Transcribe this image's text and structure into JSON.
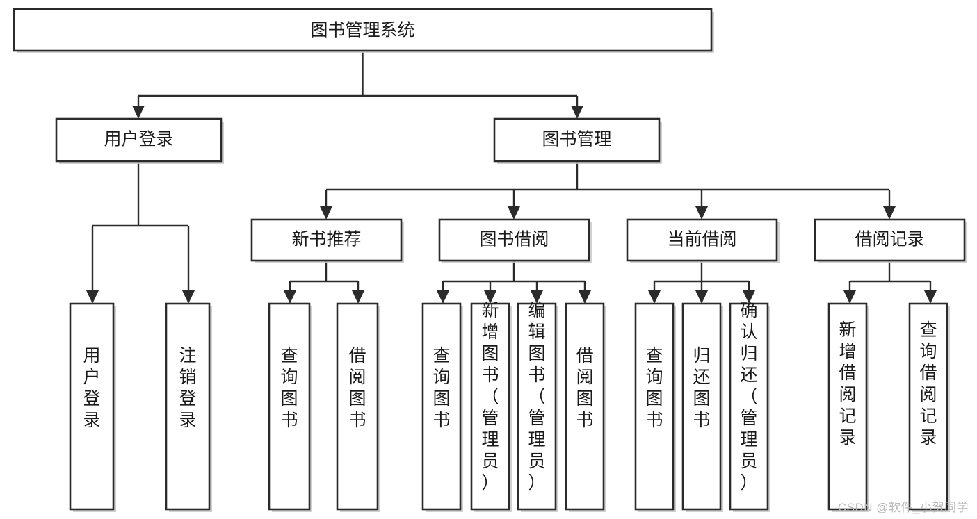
{
  "diagram": {
    "type": "tree",
    "title": "图书管理系统",
    "orientation": "top-down",
    "watermark": "CSDN @软件_小贺同学",
    "colors": {
      "background": "#ffffff",
      "box_fill": "#ffffff",
      "box_stroke": "#2b2b2b",
      "text": "#1a1a1a",
      "shadow": "#c9c9c9",
      "watermark": "#b8b8b8"
    },
    "nodes": {
      "root": {
        "id": "root",
        "label": "图书管理系统",
        "level": 0,
        "orientation": "horizontal"
      },
      "level1": [
        {
          "id": "user-login",
          "label": "用户登录",
          "level": 1,
          "orientation": "horizontal"
        },
        {
          "id": "book-manage",
          "label": "图书管理",
          "level": 1,
          "orientation": "horizontal"
        }
      ],
      "level2": [
        {
          "id": "new-book-recommend",
          "label": "新书推荐",
          "level": 2,
          "orientation": "horizontal",
          "parent": "book-manage"
        },
        {
          "id": "book-borrow",
          "label": "图书借阅",
          "level": 2,
          "orientation": "horizontal",
          "parent": "book-manage"
        },
        {
          "id": "current-borrow",
          "label": "当前借阅",
          "level": 2,
          "orientation": "horizontal",
          "parent": "book-manage"
        },
        {
          "id": "borrow-record",
          "label": "借阅记录",
          "level": 2,
          "orientation": "horizontal",
          "parent": "book-manage"
        }
      ],
      "leaves": [
        {
          "id": "leaf-user-login",
          "label": "用户登录",
          "parent": "user-login",
          "orientation": "vertical"
        },
        {
          "id": "leaf-logout-login",
          "label": "注销登录",
          "parent": "user-login",
          "orientation": "vertical"
        },
        {
          "id": "leaf-query-book-1",
          "label": "查询图书",
          "parent": "new-book-recommend",
          "orientation": "vertical"
        },
        {
          "id": "leaf-borrow-book-1",
          "label": "借阅图书",
          "parent": "new-book-recommend",
          "orientation": "vertical"
        },
        {
          "id": "leaf-query-book-2",
          "label": "查询图书",
          "parent": "book-borrow",
          "orientation": "vertical"
        },
        {
          "id": "leaf-add-book",
          "label": "新增图书（管理员）",
          "parent": "book-borrow",
          "orientation": "vertical"
        },
        {
          "id": "leaf-edit-book",
          "label": "编辑图书（管理员）",
          "parent": "book-borrow",
          "orientation": "vertical"
        },
        {
          "id": "leaf-borrow-book-2",
          "label": "借阅图书",
          "parent": "book-borrow",
          "orientation": "vertical"
        },
        {
          "id": "leaf-query-book-3",
          "label": "查询图书",
          "parent": "current-borrow",
          "orientation": "vertical"
        },
        {
          "id": "leaf-return-book",
          "label": "归还图书",
          "parent": "current-borrow",
          "orientation": "vertical"
        },
        {
          "id": "leaf-confirm-return",
          "label": "确认归还（管理员）",
          "parent": "current-borrow",
          "orientation": "vertical"
        },
        {
          "id": "leaf-add-record",
          "label": "新增借阅记录",
          "parent": "borrow-record",
          "orientation": "vertical"
        },
        {
          "id": "leaf-query-record",
          "label": "查询借阅记录",
          "parent": "borrow-record",
          "orientation": "vertical"
        }
      ]
    }
  }
}
